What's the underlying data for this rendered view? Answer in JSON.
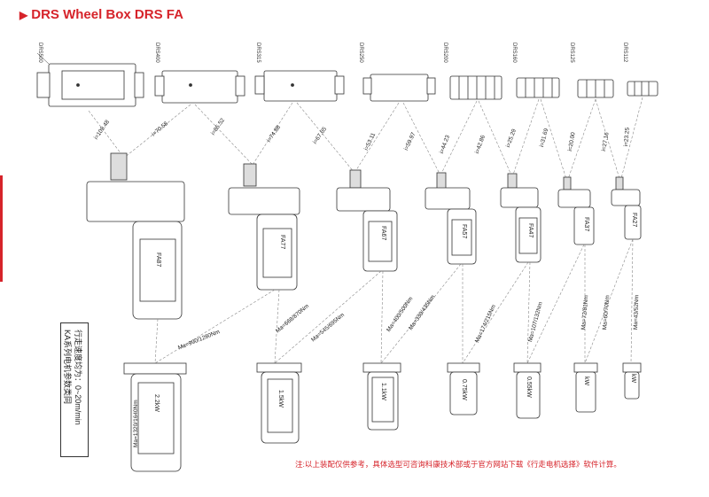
{
  "title": {
    "arrow": "▶",
    "text": "DRS Wheel Box  DRS FA"
  },
  "wheel_box_models": [
    "DRS500",
    "DRS400",
    "DRS315",
    "DRS250",
    "DRS200",
    "DRS160",
    "DRS125",
    "DRS112"
  ],
  "gear_ratios": [
    "i=109.48",
    "i=70.58",
    "i=85.52",
    "i=74.88",
    "i=67.65",
    "i=53.11",
    "i=59.97",
    "i=44.23",
    "i=42.86",
    "i=25.29",
    "i=31.69",
    "i=20.00",
    "i=27.16",
    "i=23.25"
  ],
  "gearbox_models": [
    "FA87",
    "FA77",
    "FA67",
    "FA57",
    "FA47",
    "FA37",
    "FA27"
  ],
  "torques": [
    "Ma=990/1280Nm",
    "Ma=668/870Nm",
    "Ma=545/695Nm",
    "Ma=400/500Nm",
    "Ma=330/435Nm",
    "Ma=174/215Nm",
    "Ma=107/132Nm",
    "Ma=72/81Nm",
    "Ma=60/70Nm",
    "Ma=43/52Nm",
    "Ma=1320/1640Nm"
  ],
  "motor_powers": [
    "2.2kW",
    "1.5kW",
    "1.1kW",
    "0.75kW",
    "0.55kW",
    "kW",
    "kW"
  ],
  "note": {
    "line1": "行走速度均为：0~20m/min",
    "line2": "KA系列电机参数类同"
  },
  "footnote": "注:以上装配仅供参考，具体选型可咨询科康技术部或于官方网站下载《行走电机选择》软件计算。",
  "colors": {
    "accent": "#d6232a",
    "line": "#333333",
    "dash": "#888888"
  }
}
